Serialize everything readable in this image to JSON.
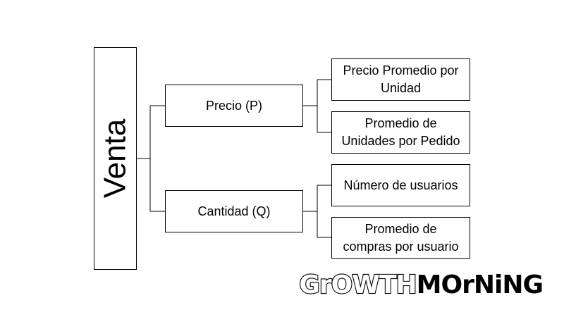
{
  "diagram": {
    "root": {
      "label": "Venta"
    },
    "level1": [
      {
        "label": "Precio (P)",
        "children": [
          {
            "label": "Precio Promedio por\nUnidad"
          },
          {
            "label": "Promedio de\nUnidades por Pedido"
          }
        ]
      },
      {
        "label": "Cantidad (Q)",
        "children": [
          {
            "label": "Número de usuarios"
          },
          {
            "label": "Promedio de\ncompras por usuario"
          }
        ]
      }
    ],
    "line_color": "#000000",
    "box_border_color": "#000000"
  },
  "brand": {
    "part1": "GrOWTH",
    "part2": "MOrNiNG"
  }
}
